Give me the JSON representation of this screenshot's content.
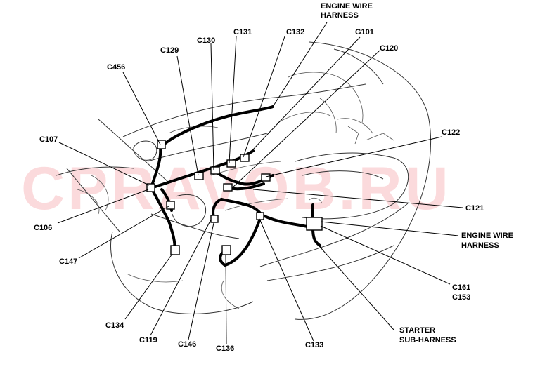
{
  "watermark": "CPRAVOB.RU",
  "labels": {
    "engine_wire_harness_top": [
      "ENGINE WIRE",
      "HARNESS"
    ],
    "g101": "G101",
    "c120": "C120",
    "c131": "C131",
    "c132": "C132",
    "c130": "C130",
    "c129": "C129",
    "c456": "C456",
    "c107": "C107",
    "c122": "C122",
    "c106": "C106",
    "c121": "C121",
    "engine_wire_harness_right": [
      "ENGINE WIRE",
      "HARNESS"
    ],
    "c147": "C147",
    "c161": "C161",
    "c153": "C153",
    "c134": "C134",
    "c119": "C119",
    "c146": "C146",
    "c136": "C136",
    "c133": "C133",
    "starter_sub_harness": [
      "STARTER",
      "SUB-HARNESS"
    ]
  }
}
